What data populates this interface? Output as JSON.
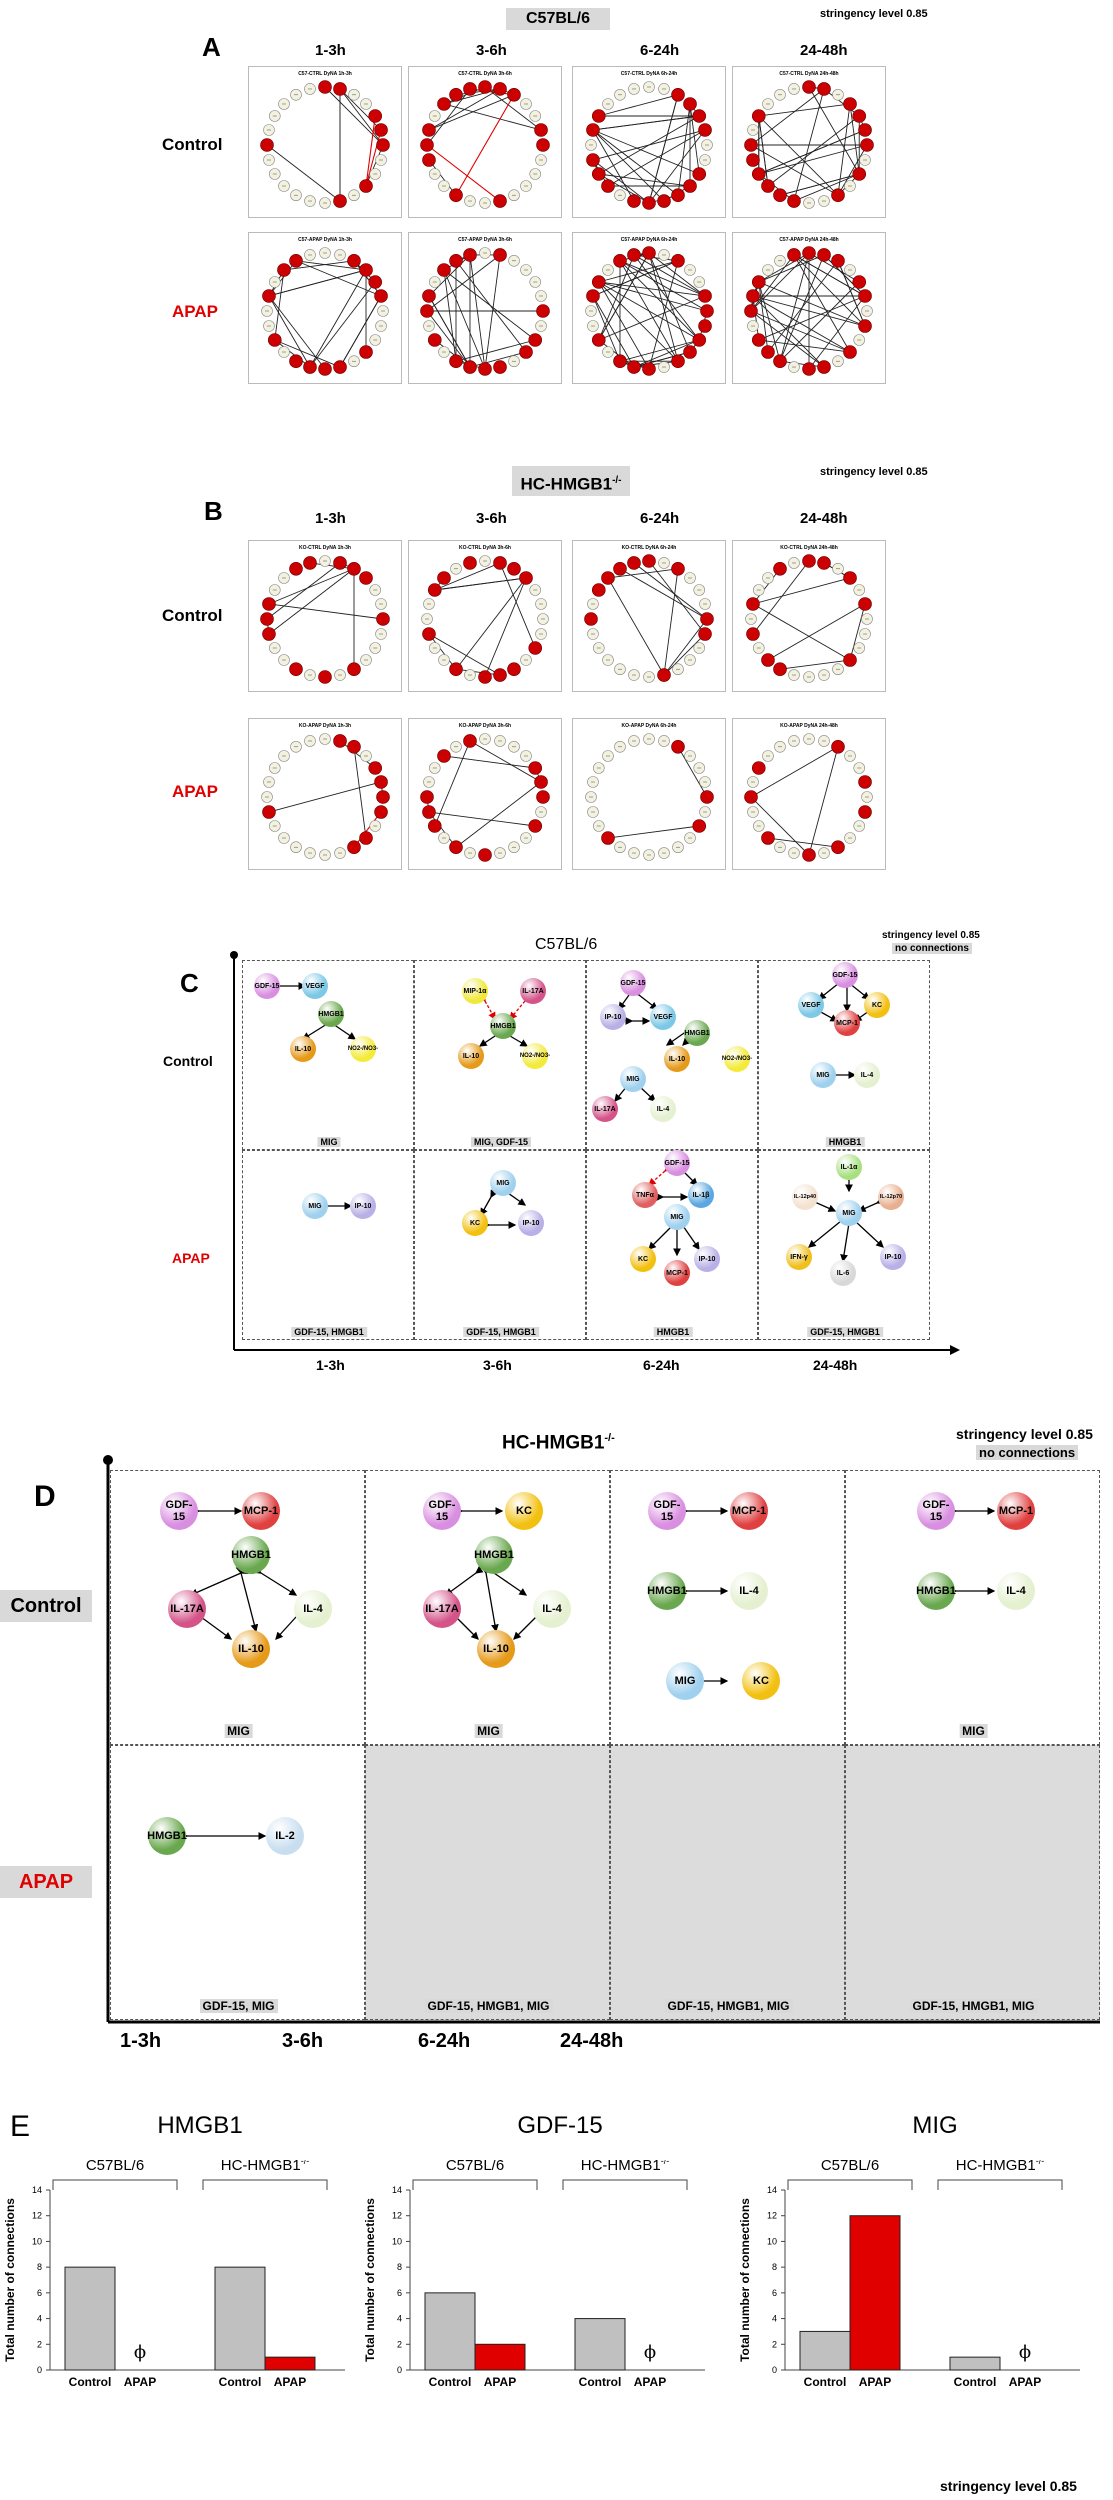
{
  "panelA": {
    "letter": "A",
    "strain": "C57BL/6",
    "stringency": "stringency level 0.85",
    "times": [
      "1-3h",
      "3-6h",
      "6-24h",
      "24-48h"
    ],
    "rows": [
      "Control",
      "APAP"
    ],
    "box_titles_control": [
      "C57-CTRL DyNA 1h-3h",
      "C57-CTRL DyNA 3h-6h",
      "C57-CTRL DyNA 6h-24h",
      "C57-CTRL DyNA 24h-48h"
    ],
    "box_titles_apap": [
      "C57-APAP DyNA 1h-3h",
      "C57-APAP DyNA 3h-6h",
      "C57-APAP DyNA 6h-24h",
      "C57-APAP DyNA 24h-48h"
    ]
  },
  "panelB": {
    "letter": "B",
    "strain": "HC-HMGB1",
    "strain_sup": "-/-",
    "stringency": "stringency level 0.85",
    "times": [
      "1-3h",
      "3-6h",
      "6-24h",
      "24-48h"
    ],
    "rows": [
      "Control",
      "APAP"
    ],
    "box_titles_control": [
      "KO-CTRL DyNA 1h-3h",
      "KO-CTRL DyNA 3h-6h",
      "KO-CTRL DyNA 6h-24h",
      "KO-CTRL DyNA 24h-48h"
    ],
    "box_titles_apap": [
      "KO-APAP DyNA 1h-3h",
      "KO-APAP DyNA 3h-6h",
      "KO-APAP DyNA 6h-24h",
      "KO-APAP DyNA 24h-48h"
    ]
  },
  "panelC": {
    "letter": "C",
    "strain": "C57BL/6",
    "stringency": "stringency level 0.85",
    "no_connections": "no connections",
    "times": [
      "1-3h",
      "3-6h",
      "6-24h",
      "24-48h"
    ],
    "rows": [
      "Control",
      "APAP"
    ],
    "control_cells": [
      {
        "nodes": [
          "GDF-15",
          "VEGF",
          "HMGB1",
          "IL-10",
          "NO2-/NO3-"
        ],
        "label": "MIG"
      },
      {
        "nodes": [
          "MIP-1α",
          "IL-17A",
          "HMGB1",
          "IL-10",
          "NO2-/NO3-"
        ],
        "label": "MIG, GDF-15"
      },
      {
        "nodes": [
          "GDF-15",
          "IP-10",
          "VEGF",
          "HMGB1",
          "IL-10",
          "NO2-/NO3-",
          "MIG",
          "IL-17A",
          "IL-4"
        ],
        "label": ""
      },
      {
        "nodes": [
          "GDF-15",
          "VEGF",
          "KC",
          "MCP-1",
          "MIG",
          "IL-4"
        ],
        "label": "HMGB1"
      }
    ],
    "apap_cells": [
      {
        "nodes": [
          "MIG",
          "IP-10"
        ],
        "label": "GDF-15, HMGB1"
      },
      {
        "nodes": [
          "MIG",
          "KC",
          "IP-10"
        ],
        "label": "GDF-15, HMGB1"
      },
      {
        "nodes": [
          "GDF-15",
          "TNFα",
          "IL-1β",
          "MIG",
          "KC",
          "MCP-1",
          "IP-10"
        ],
        "label": "HMGB1"
      },
      {
        "nodes": [
          "IL-1α",
          "IL-12p40",
          "IL-12p70",
          "MIG",
          "IFN-γ",
          "IP-10",
          "IL-6"
        ],
        "label": "GDF-15, HMGB1"
      }
    ]
  },
  "panelD": {
    "letter": "D",
    "strain": "HC-HMGB1",
    "strain_sup": "-/-",
    "stringency": "stringency level 0.85",
    "no_connections": "no connections",
    "times": [
      "1-3h",
      "3-6h",
      "6-24h",
      "24-48h"
    ],
    "rows": [
      "Control",
      "APAP"
    ],
    "control_labels": [
      "MIG",
      "MIG",
      "",
      "MIG"
    ],
    "apap_labels": [
      "GDF-15, MIG",
      "GDF-15, HMGB1, MIG",
      "GDF-15, HMGB1, MIG",
      "GDF-15, HMGB1, MIG"
    ]
  },
  "panelE": {
    "letter": "E",
    "footer_stringency": "stringency level 0.85",
    "ylabel": "Total number of connections",
    "group_labels": [
      "C57BL/6",
      "HC-HMGB1"
    ],
    "group_sup": "-/-",
    "bar_labels": [
      "Control",
      "APAP"
    ],
    "phi": "ϕ",
    "chart_data": [
      {
        "type": "bar",
        "title": "HMGB1",
        "ylim": [
          0,
          14
        ],
        "ticks": [
          0,
          2,
          4,
          6,
          8,
          10,
          12,
          14
        ],
        "groups": [
          "C57BL/6",
          "HC-HMGB1-/-"
        ],
        "series": [
          {
            "name": "Control",
            "values": [
              8,
              8
            ]
          },
          {
            "name": "APAP",
            "values": [
              0,
              1
            ]
          }
        ]
      },
      {
        "type": "bar",
        "title": "GDF-15",
        "ylim": [
          0,
          14
        ],
        "ticks": [
          0,
          2,
          4,
          6,
          8,
          10,
          12,
          14
        ],
        "groups": [
          "C57BL/6",
          "HC-HMGB1-/-"
        ],
        "series": [
          {
            "name": "Control",
            "values": [
              6,
              4
            ]
          },
          {
            "name": "APAP",
            "values": [
              2,
              0
            ]
          }
        ]
      },
      {
        "type": "bar",
        "title": "MIG",
        "ylim": [
          0,
          14
        ],
        "ticks": [
          0,
          2,
          4,
          6,
          8,
          10,
          12,
          14
        ],
        "groups": [
          "C57BL/6",
          "HC-HMGB1-/-"
        ],
        "series": [
          {
            "name": "Control",
            "values": [
              3,
              1
            ]
          },
          {
            "name": "APAP",
            "values": [
              12,
              0
            ]
          }
        ]
      }
    ],
    "colors": {
      "control": "#c0c0c0",
      "apap": "#e00000"
    }
  }
}
